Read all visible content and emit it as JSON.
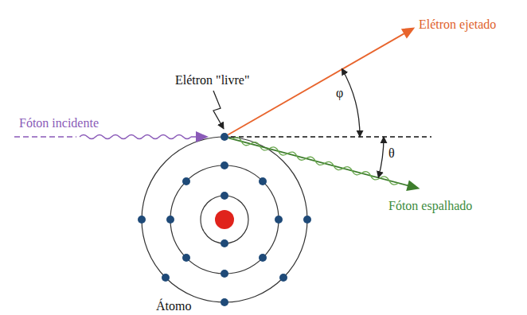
{
  "diagram": {
    "labels": [
      "Elétron ejetado",
      "Elétron \"livre\"",
      "φ",
      "Fóton incidente",
      "θ",
      "Fóton espalhado",
      "Átomo"
    ]
  }
}
